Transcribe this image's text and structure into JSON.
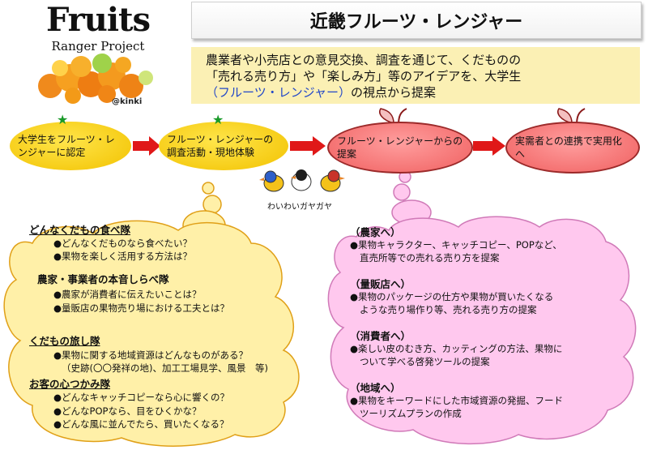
{
  "logo": {
    "title": "Fruits",
    "subtitle": "Ranger Project",
    "tag": "@kinki"
  },
  "title": "近畿フルーツ・レンジャー",
  "description": {
    "line1": "農業者や小売店との意見交換、調査を通じて、くだものの",
    "line2": "「売れる売り方」や「楽しみ方」等のアイデアを、大学生",
    "line3_blue": "（フルーツ・レンジャー）",
    "line3_rest": "の視点から提案"
  },
  "flow": {
    "step1": "大学生をフルーツ・レンジャーに認定",
    "step2": "フルーツ・レンジャーの調査活動・現地体験",
    "step3": "フルーツ・レンジャーからの提案",
    "step4": "実需者との連携で実用化へ"
  },
  "chatter": "わいわいガヤガヤ",
  "left_cloud": {
    "s1_title": "どんなくだもの食べ隊",
    "s1_b1": "●どんなくだものなら食べたい？",
    "s1_b2": "●果物を楽しく活用する方法は？",
    "s2_title": "農家・事業者の本音しらべ隊",
    "s2_b1": "●農家が消費者に伝えたいことは？",
    "s2_b2": "●量販店の果物売り場における工夫とは？",
    "s3_title": "くだもの旅し隊",
    "s3_b1": "●果物に関する地域資源はどんなものがある？",
    "s3_b2": "（史跡(〇〇発祥の地)、加工工場見学、風景　等)",
    "s4_title": "お客の心つかみ隊",
    "s4_b1": "●どんなキャッチコピーなら心に響くの？",
    "s4_b2": "●どんなPOPなら、目をひくかな？",
    "s4_b3": "●どんな風に並んでたら、買いたくなる？"
  },
  "right_cloud": {
    "r1_title": "（農家へ）",
    "r1_l1": "●果物キャラクター、キャッチコピー、POPなど、",
    "r1_l2": "直売所等での売れる売り方を提案",
    "r2_title": "（量販店へ）",
    "r2_l1": "●果物のパッケージの仕方や果物が買いたくなる",
    "r2_l2": "ような売り場作り等、売れる売り方の提案",
    "r3_title": "（消費者へ）",
    "r3_l1": "●楽しい皮のむき方、カッティングの方法、果物に",
    "r3_l2": "ついて学べる啓発ツールの提案",
    "r4_title": "（地域へ）",
    "r4_l1": "●果物をキーワードにした市域資源の発掘、フード",
    "r4_l2": "ツーリズムプランの作成"
  },
  "colors": {
    "yellow_oval": "#f2c200",
    "red_apple": "#f06060",
    "arrow_red": "#e01818",
    "left_cloud_fill": "#fff0a8",
    "right_cloud_fill": "#ffc8ee",
    "description_bg": "#fbf0b4",
    "blue_text": "#2247c8"
  },
  "icons": [
    "fruit-pile-icon",
    "star-icon",
    "apple-stem-icon",
    "right-arrow-icon",
    "birds-icon"
  ]
}
